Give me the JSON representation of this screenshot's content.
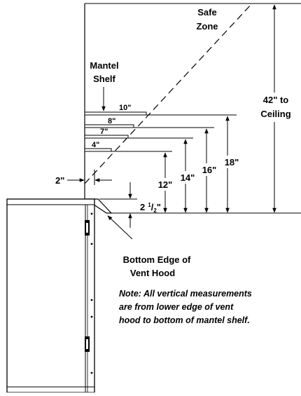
{
  "labels": {
    "safe_zone": [
      "Safe",
      "Zone"
    ],
    "mantel_shelf": [
      "Mantel",
      "Shelf"
    ],
    "ceiling": [
      "42\" to",
      "Ceiling"
    ],
    "vent_hood": [
      "Bottom Edge of",
      "Vent Hood"
    ],
    "note": [
      "Note: All vertical measurements",
      "are from lower edge of vent",
      "hood to bottom of mantel shelf."
    ]
  },
  "shelf_depths": [
    "10\"",
    "8\"",
    "7\"",
    "4\""
  ],
  "heights": [
    "12\"",
    "14\"",
    "16\"",
    "18\""
  ],
  "clearance_side": "2\"",
  "hood_offset": {
    "whole": "2",
    "num": "1",
    "slash": "/",
    "den": "2",
    "unit": "\""
  }
}
